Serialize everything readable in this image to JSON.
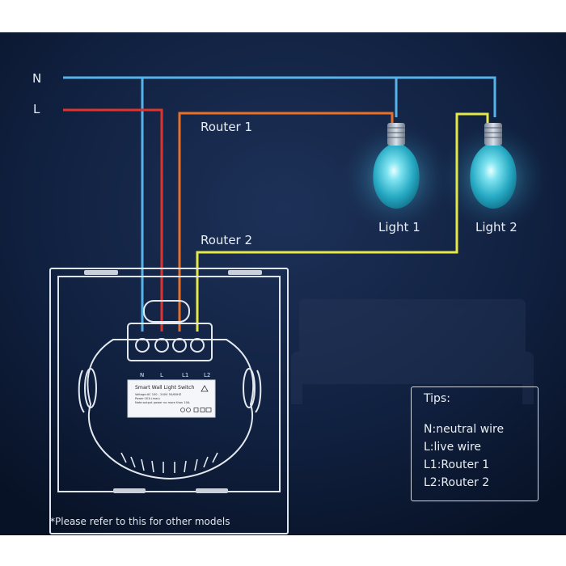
{
  "wires": {
    "neutral_label": "N",
    "live_label": "L",
    "router1_label": "Router 1",
    "router2_label": "Router 2"
  },
  "lights": {
    "light1_label": "Light 1",
    "light2_label": "Light 2"
  },
  "switch": {
    "title": "Smart Wall Light Switch",
    "spec_line1": "Voltage:AC 100 - 240V  50/60HZ",
    "spec_line2": "Power:1EA (max)",
    "spec_line3": "Note:output power no more than 10A.",
    "terminal_n": "N",
    "terminal_l": "L",
    "terminal_l1": "L1",
    "terminal_l2": "L2"
  },
  "tips": {
    "title": "Tips:",
    "items": [
      "N:neutral wire",
      "L:live wire",
      "L1:Router 1",
      "L2:Router 2"
    ]
  },
  "footnote": "*Please refer to this for other models",
  "colors": {
    "neutral_wire": "#56b3ea",
    "live_wire": "#e0332b",
    "router1_wire": "#e8702a",
    "router2_wire": "#e6e84a",
    "background": "#0e1a33",
    "bulb": "#33c5d9"
  }
}
